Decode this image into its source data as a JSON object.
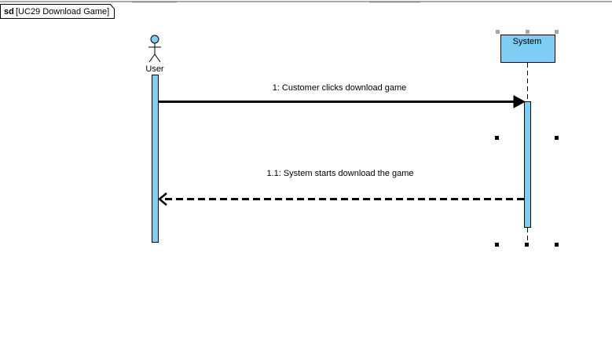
{
  "frame": {
    "keyword": "sd",
    "title": "[UC29 Download Game]"
  },
  "participants": {
    "user": {
      "name": "User",
      "kind": "actor"
    },
    "system": {
      "name": "System",
      "kind": "lifeline"
    }
  },
  "messages": [
    {
      "number": "1",
      "label": "1: Customer clicks download game",
      "from": "user",
      "to": "system",
      "style": "synchronous"
    },
    {
      "number": "1.1",
      "label": "1.1: System starts download the game",
      "from": "system",
      "to": "user",
      "style": "return"
    }
  ],
  "colors": {
    "activation_fill": "#7ecdf4",
    "lifeline_head_fill": "#7ecdf4",
    "stroke": "#000000",
    "handle_gray": "#a6a6a6"
  }
}
